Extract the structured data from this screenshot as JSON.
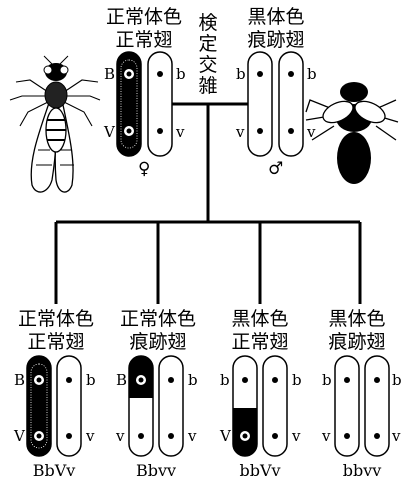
{
  "parents": {
    "female": {
      "line1": "正常体色",
      "line2": "正常翅",
      "sex": "♀",
      "gene_top_left": "B",
      "gene_top_right": "b",
      "gene_bottom_left": "V",
      "gene_bottom_right": "v"
    },
    "male": {
      "line1": "黒体色",
      "line2": "痕跡翅",
      "sex": "♂",
      "gene_top_left": "b",
      "gene_top_right": "b",
      "gene_bottom_left": "v",
      "gene_bottom_right": "v"
    }
  },
  "cross_label": [
    "検",
    "定",
    "交",
    "雑"
  ],
  "offspring": [
    {
      "line1": "正常体色",
      "line2": "正常翅",
      "genotype": "BbVv",
      "gl_top": "B",
      "gr_top": "b",
      "gl_bot": "V",
      "gr_bot": "v"
    },
    {
      "line1": "正常体色",
      "line2": "痕跡翅",
      "genotype": "Bbvv",
      "gl_top": "B",
      "gr_top": "b",
      "gl_bot": "v",
      "gr_bot": "v"
    },
    {
      "line1": "黒体色",
      "line2": "正常翅",
      "genotype": "bbVv",
      "gl_top": "b",
      "gr_top": "b",
      "gl_bot": "V",
      "gr_bot": "v"
    },
    {
      "line1": "黒体色",
      "line2": "痕跡翅",
      "genotype": "bbvv",
      "gl_top": "b",
      "gr_top": "b",
      "gl_bot": "v",
      "gr_bot": "v"
    }
  ],
  "colors": {
    "ink": "#000000",
    "paper": "#ffffff"
  }
}
